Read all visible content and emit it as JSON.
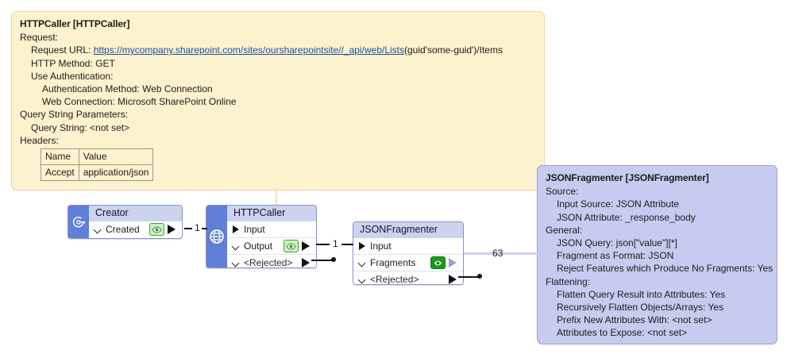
{
  "annotations": {
    "http": {
      "title": "HTTPCaller [HTTPCaller]",
      "lines": [
        {
          "text": "Request:",
          "indent": 0
        },
        {
          "text": "Request URL:",
          "indent": 1,
          "link": true
        },
        {
          "text": "HTTP Method: GET",
          "indent": 1
        },
        {
          "text": "Use Authentication:",
          "indent": 1
        },
        {
          "text": "Authentication Method: Web Connection",
          "indent": 2
        },
        {
          "text": "Web Connection: Microsoft SharePoint Online",
          "indent": 2
        },
        {
          "text": "Query String Parameters:",
          "indent": 0
        },
        {
          "text": "Query String: <not set>",
          "indent": 1
        },
        {
          "text": "Headers:",
          "indent": 0
        }
      ],
      "request_url_label": "Request URL: ",
      "request_url_link": "https://mycompany.sharepoint.com/sites/oursharepointsite//_api/web/Lists",
      "request_url_tail": "(guid'some-guid')/Items",
      "headers_table": {
        "columns": [
          "Name",
          "Value"
        ],
        "rows": [
          [
            "Accept",
            "application/json"
          ]
        ]
      },
      "bg_color": "#fdf2ce",
      "border_color": "#e6d7a4"
    },
    "json": {
      "title": "JSONFragmenter [JSONFragmenter]",
      "lines": [
        {
          "text": "Source:",
          "indent": 0
        },
        {
          "text": "Input Source: JSON Attribute",
          "indent": 1
        },
        {
          "text": "JSON Attribute: _response_body",
          "indent": 1
        },
        {
          "text": "General:",
          "indent": 0
        },
        {
          "text": "JSON Query: json[\"value\"][*]",
          "indent": 1
        },
        {
          "text": "Fragment as Format: JSON",
          "indent": 1
        },
        {
          "text": "Reject Features which Produce No Fragments: Yes",
          "indent": 1
        },
        {
          "text": "Flattening:",
          "indent": 0
        },
        {
          "text": "Flatten Query Result into Attributes: Yes",
          "indent": 1
        },
        {
          "text": "Recursively Flatten Objects/Arrays: Yes",
          "indent": 1
        },
        {
          "text": "Prefix New Attributes With: <not set>",
          "indent": 1
        },
        {
          "text": "Attributes to Expose: <not set>",
          "indent": 1
        }
      ],
      "bg_color": "#c7cbef",
      "border_color": "#9aa0dd"
    }
  },
  "nodes": {
    "creator": {
      "title": "Creator",
      "icon": "creator-icon",
      "ports": [
        {
          "name": "Created",
          "kind": "output",
          "chevron": true,
          "eye": "light",
          "arrow": "filled"
        }
      ]
    },
    "httpcaller": {
      "title": "HTTPCaller",
      "icon": "globe-icon",
      "ports": [
        {
          "name": "Input",
          "kind": "input",
          "chevron": false,
          "eye": "none",
          "arrow": "none"
        },
        {
          "name": "Output",
          "kind": "output",
          "chevron": true,
          "eye": "light",
          "arrow": "filled"
        },
        {
          "name": "<Rejected>",
          "kind": "output",
          "chevron": true,
          "eye": "none",
          "arrow": "filled"
        }
      ]
    },
    "jsonfragmenter": {
      "title": "JSONFragmenter",
      "icon": "none",
      "ports": [
        {
          "name": "Input",
          "kind": "input",
          "chevron": false,
          "eye": "none",
          "arrow": "none"
        },
        {
          "name": "Fragments",
          "kind": "output",
          "chevron": true,
          "eye": "solid",
          "arrow": "hollow"
        },
        {
          "name": "<Rejected>",
          "kind": "output",
          "chevron": true,
          "eye": "none",
          "arrow": "filled"
        }
      ]
    }
  },
  "connections": {
    "creator_to_httpcaller_count": "1",
    "httpcaller_to_jsonfragmenter_count": "1",
    "fragments_count": "63"
  },
  "colors": {
    "node_header": "#ccd3ed",
    "node_icon_strip": "#5f7fd8",
    "node_border": "#8c93c8",
    "eye_light": "#cdf0c4",
    "eye_solid": "#18a018",
    "link": "#1a4fa0",
    "annotation_yellow_bg": "#fdf2ce",
    "annotation_blue_bg": "#c7cbef"
  }
}
